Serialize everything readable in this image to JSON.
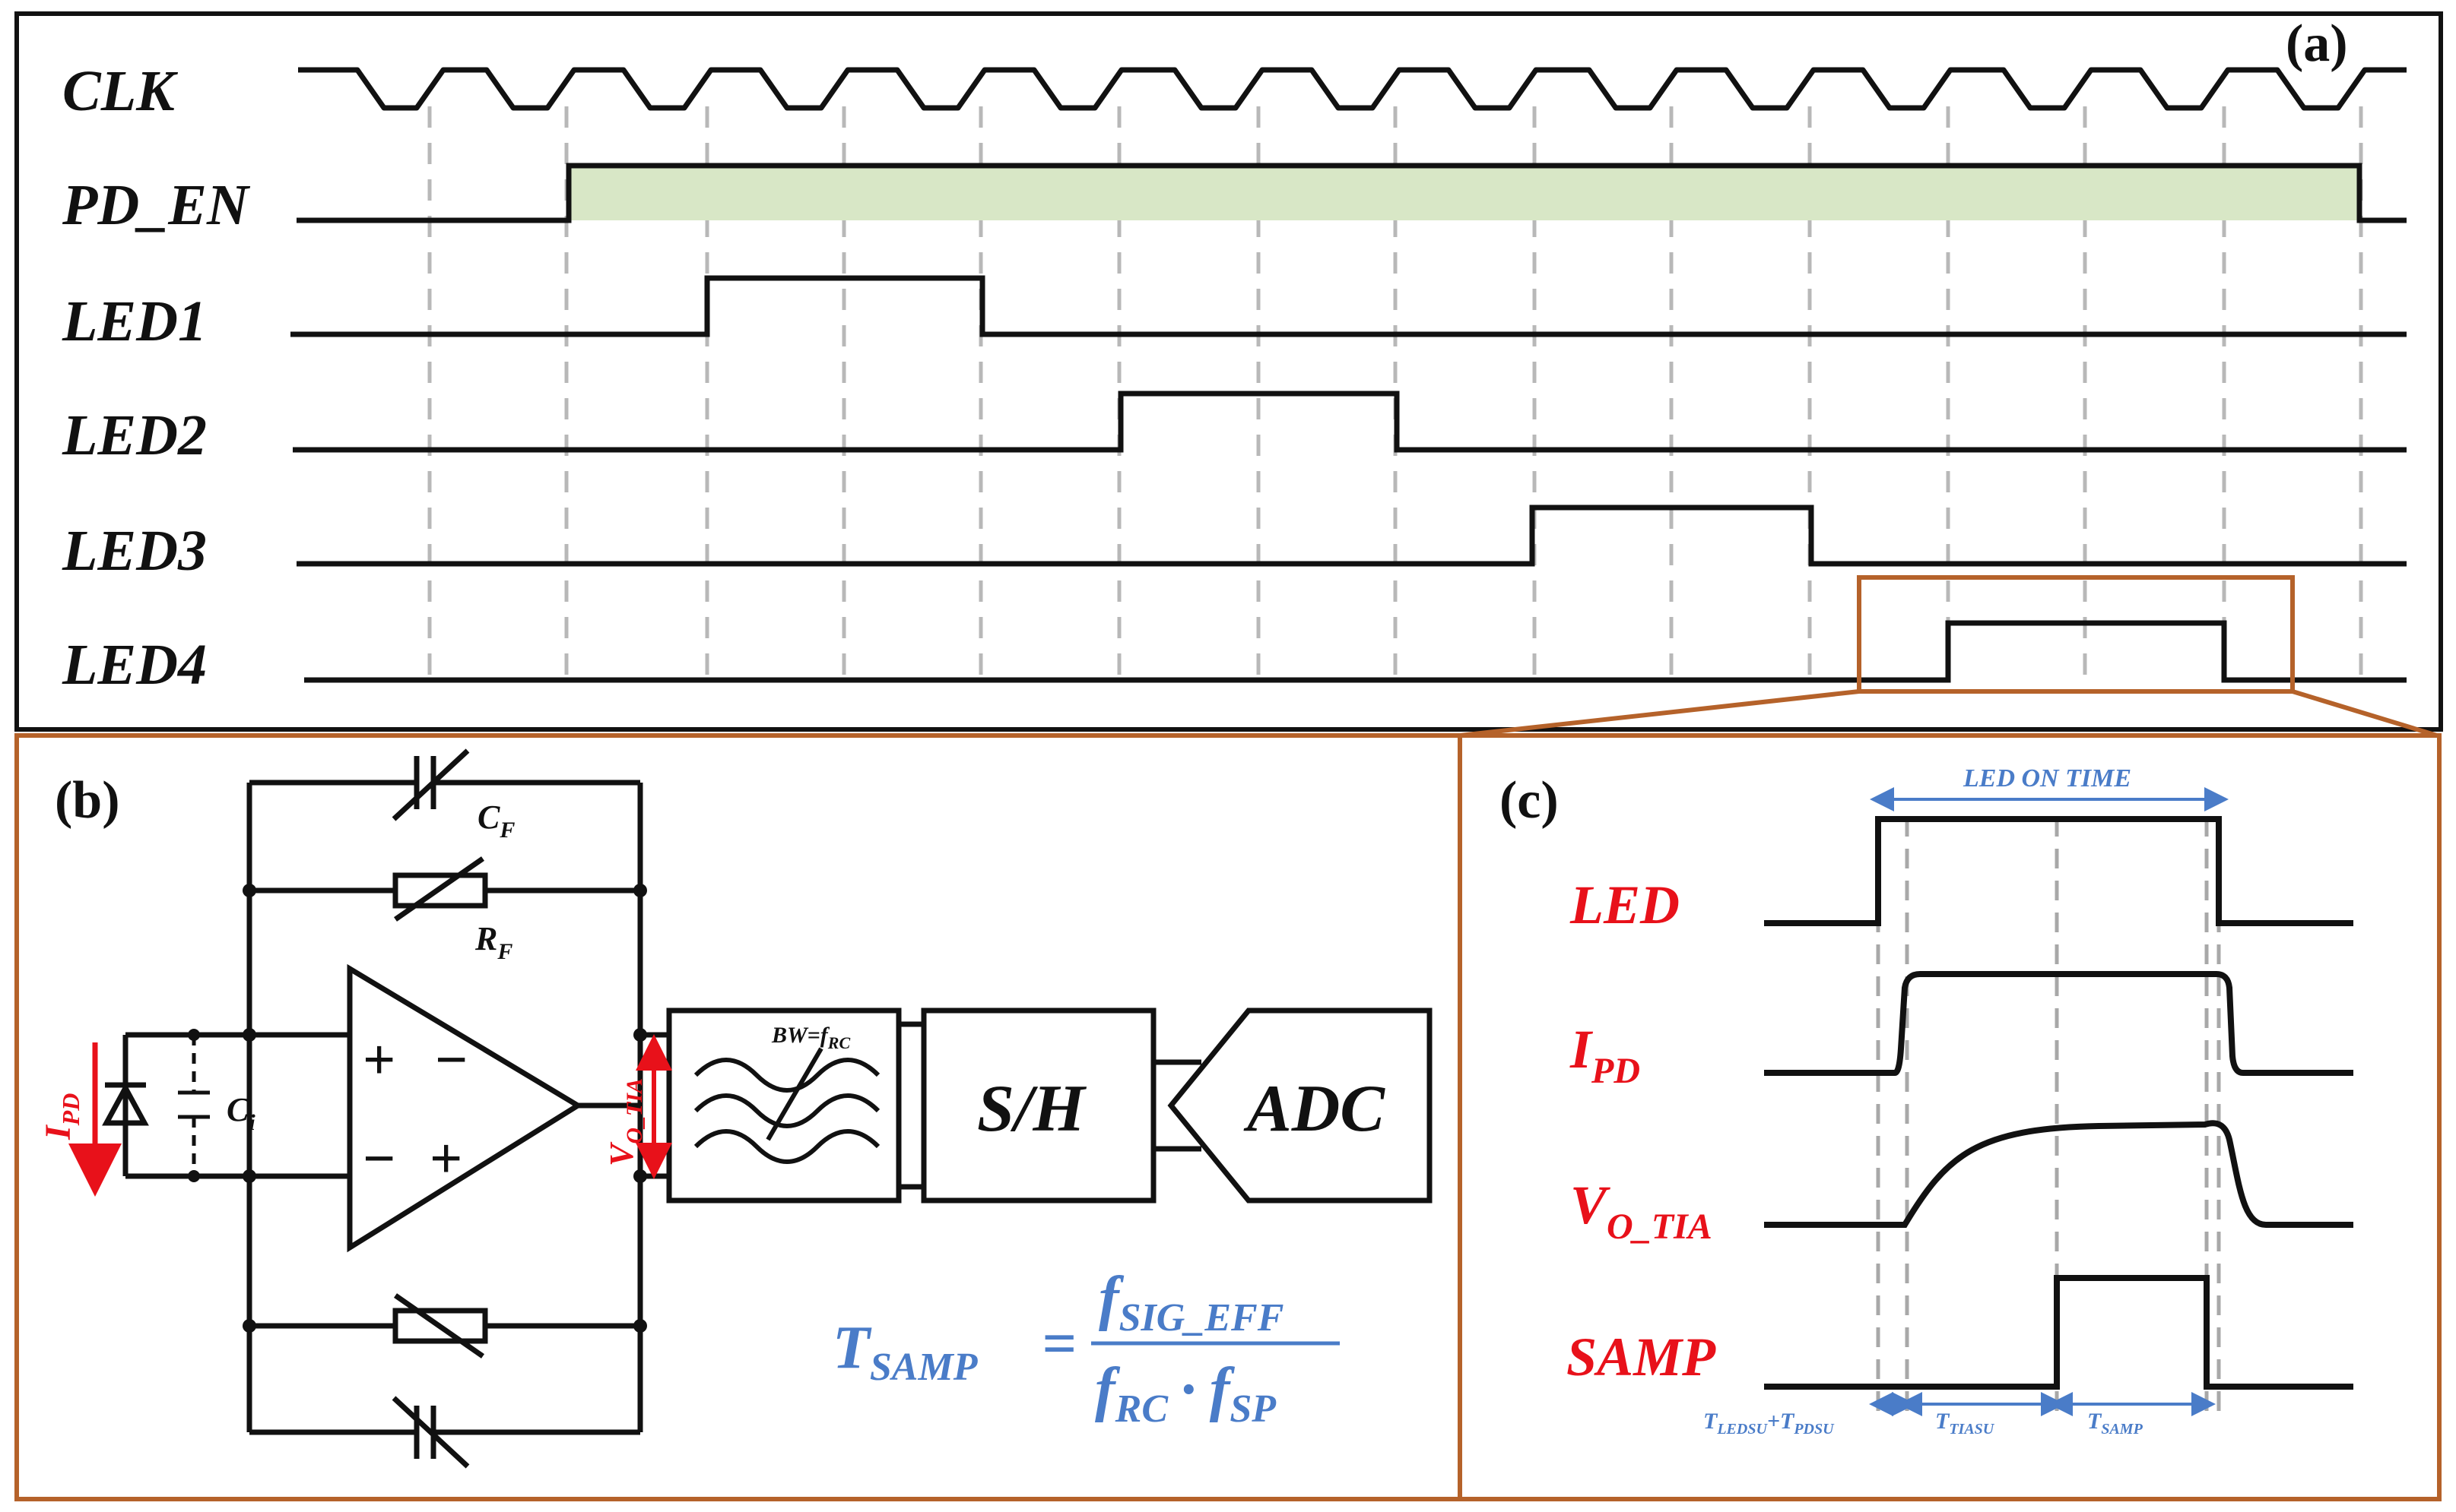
{
  "panel_a": {
    "label": "(a)",
    "signals": [
      "CLK",
      "PD_EN",
      "LED1",
      "LED2",
      "LED3",
      "LED4"
    ]
  },
  "panel_b": {
    "label": "(b)",
    "cap_feedback": "C",
    "cap_feedback_sub": "F",
    "res_feedback": "R",
    "res_feedback_sub": "F",
    "current": "I",
    "current_sub": "PD",
    "input_cap": "C",
    "input_cap_sub": "i",
    "output": "V",
    "output_sub": "O_TIA",
    "filter_bw": "BW=f",
    "filter_bw_sub": "RC",
    "sh_block": "S/H",
    "adc_block": "ADC",
    "opamp_plus": "+",
    "opamp_minus": "−",
    "formula": {
      "lhs": "T",
      "lhs_sub": "SAMP",
      "eq": "=",
      "num": "f",
      "num_sub": "SIG_EFF",
      "den1": "f",
      "den1_sub": "RC",
      "dot": "·",
      "den2": "f",
      "den2_sub": "SP"
    }
  },
  "panel_c": {
    "label": "(c)",
    "on_time": "LED ON TIME",
    "sig_led": "LED",
    "sig_ipd": "I",
    "sig_ipd_sub": "PD",
    "sig_vo": "V",
    "sig_vo_sub": "O_TIA",
    "sig_samp": "SAMP",
    "t1": "T",
    "t1_sub": "LEDSU",
    "t1_plus": "+T",
    "t1_sub2": "PDSU",
    "t2": "T",
    "t2_sub": "TIASU",
    "t3": "T",
    "t3_sub": "SAMP"
  },
  "colors": {
    "frame": "#b5622a",
    "pd_fill": "#d8e7c6",
    "red": "#e8111a",
    "blue": "#4a7cc8",
    "dash": "#b8b8b8"
  }
}
